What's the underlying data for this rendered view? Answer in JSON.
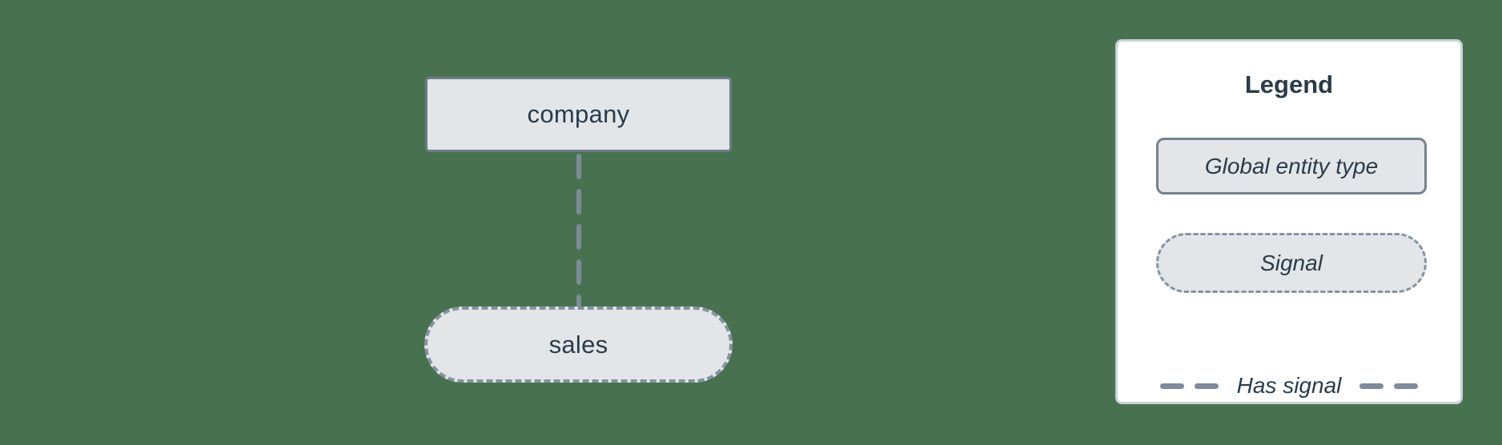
{
  "background_color": "#48724F",
  "diagram": {
    "nodes": [
      {
        "id": "company",
        "label": "company",
        "kind": "global-entity-type"
      },
      {
        "id": "sales",
        "label": "sales",
        "kind": "signal"
      }
    ],
    "edges": [
      {
        "from": "company",
        "to": "sales",
        "kind": "has-signal",
        "style": "dashed"
      }
    ]
  },
  "legend": {
    "title": "Legend",
    "items": [
      {
        "label": "Global entity type",
        "style": "solid-border-box"
      },
      {
        "label": "Signal",
        "style": "dashed-border-pill"
      },
      {
        "label": "Has signal",
        "style": "dashed-line"
      }
    ]
  },
  "colors": {
    "background": "#48724F",
    "node_fill": "#E3E6E9",
    "solid_border": "#6E7C8B",
    "dashed_border": "#8593A1",
    "edge": "#7D8B9B",
    "text": "#2A3B49",
    "legend_background": "#FFFFFF",
    "legend_border": "#C8D2DC"
  }
}
